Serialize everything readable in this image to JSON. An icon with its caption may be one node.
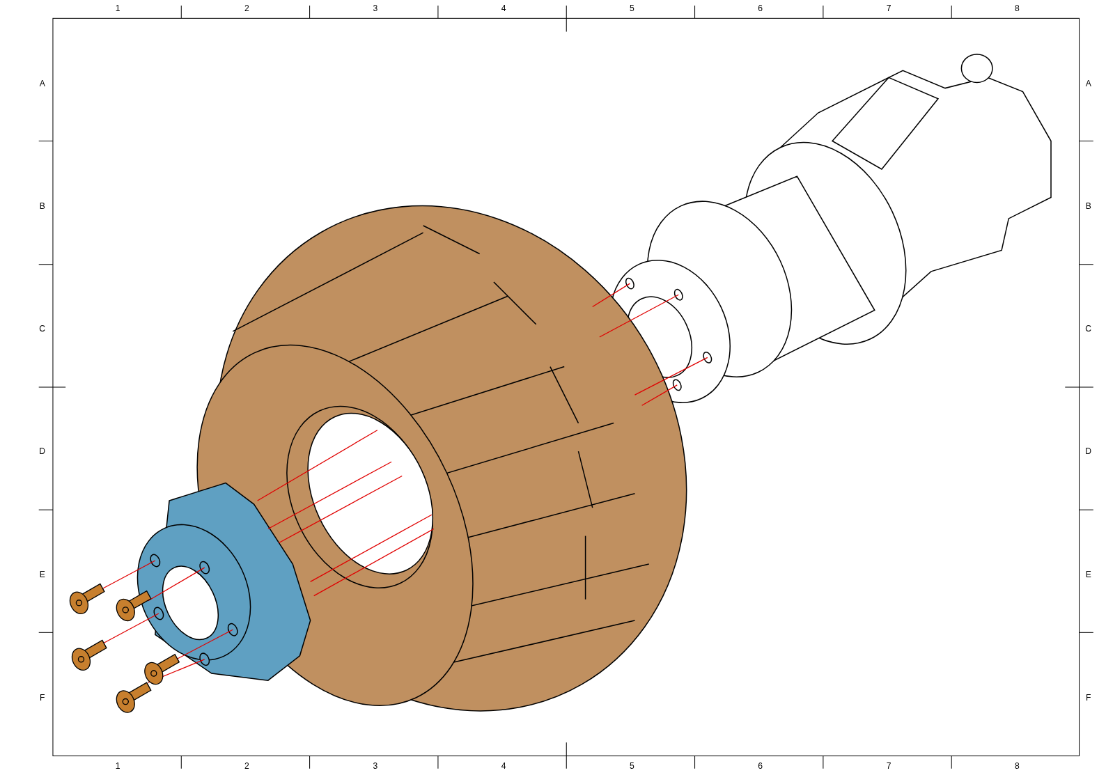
{
  "diagram": {
    "labels": [
      "1",
      "2",
      "3",
      "4",
      "5",
      "6",
      "7",
      "8",
      "A",
      "A",
      "B",
      "B",
      "C",
      "C",
      "D",
      "D",
      "E",
      "E",
      "F",
      "F",
      "1",
      "2",
      "3",
      "4",
      "5",
      "6",
      "7",
      "8"
    ]
  }
}
